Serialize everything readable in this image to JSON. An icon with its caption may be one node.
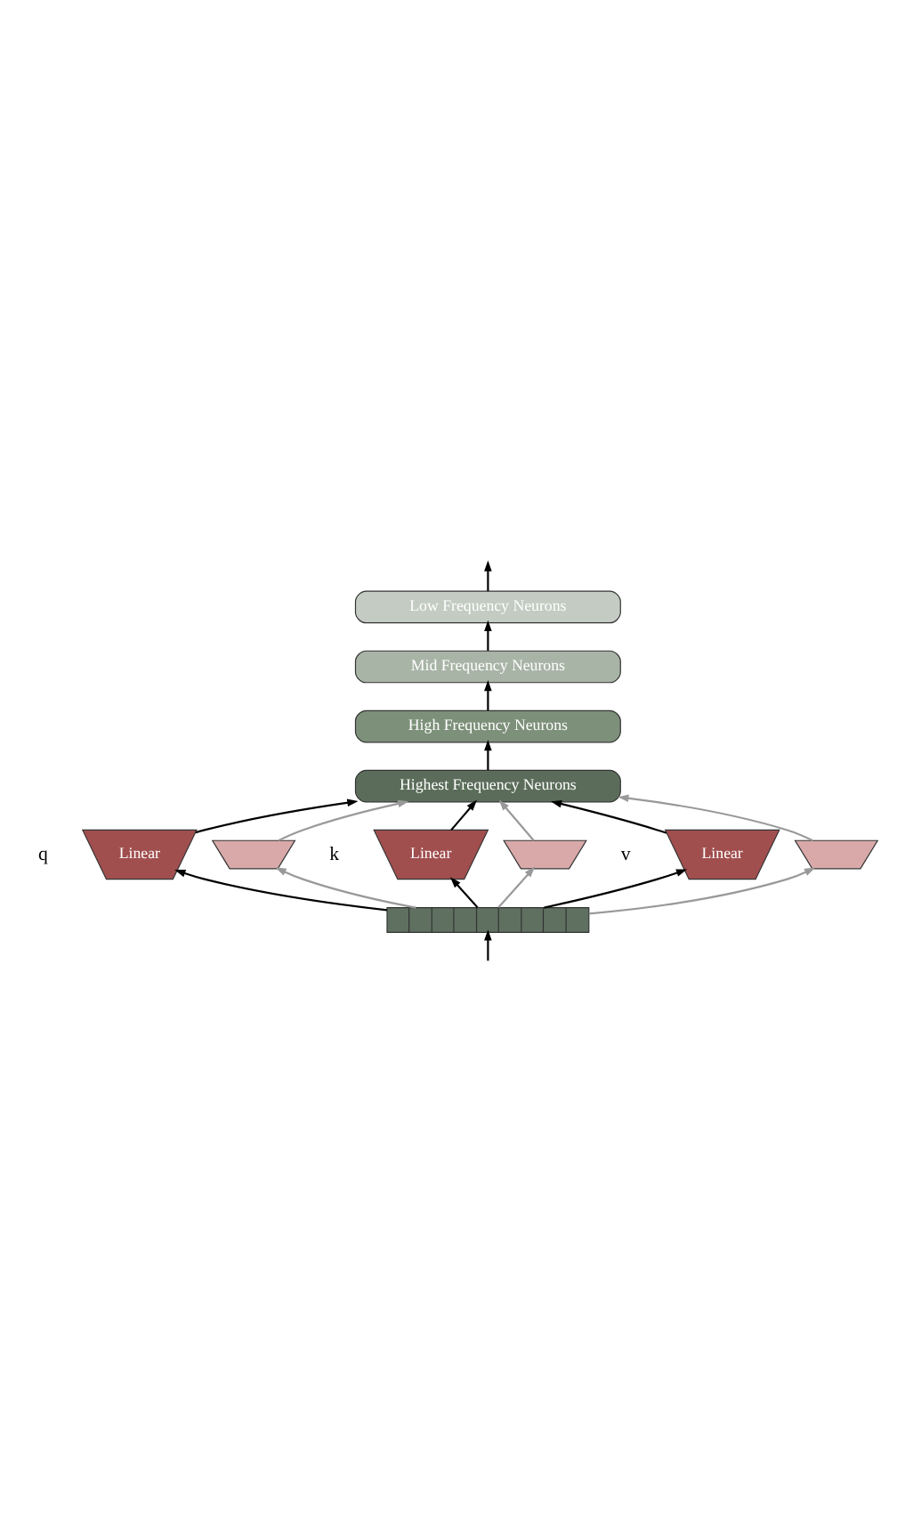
{
  "diagram": {
    "nodes": [
      {
        "text": [
          "Low Frequency Neurons"
        ]
      },
      {
        "text": [
          "Mid Frequency Neurons"
        ]
      },
      {
        "text": [
          "High Frequency Neurons"
        ]
      },
      {
        "text": [
          "Highest Frequency Neurons"
        ]
      },
      {
        "text": [
          "Linear"
        ]
      },
      {
        "text": [
          "Linear"
        ]
      },
      {
        "text": [
          "Linear"
        ]
      },
      {
        "text": [],
        "shape": "trapezoid"
      },
      {
        "text": [],
        "shape": "trapezoid"
      },
      {
        "text": [],
        "shape": "trapezoid"
      },
      {
        "text": [],
        "shape": "bar"
      }
    ],
    "edges": [
      {
        "from": null,
        "to": 10,
        "arrow": "to"
      },
      {
        "from": 10,
        "to": 4,
        "arrow": "to"
      },
      {
        "from": 10,
        "to": 7,
        "arrow": "to",
        "color": "#999999"
      },
      {
        "from": 10,
        "to": 5,
        "arrow": "to"
      },
      {
        "from": 10,
        "to": 8,
        "arrow": "to",
        "color": "#999999"
      },
      {
        "from": 10,
        "to": 6,
        "arrow": "to"
      },
      {
        "from": 10,
        "to": 9,
        "arrow": "to",
        "color": "#999999"
      },
      {
        "from": 4,
        "to": 3,
        "arrow": "to"
      },
      {
        "from": 7,
        "to": 3,
        "arrow": "to",
        "color": "#999999"
      },
      {
        "from": 5,
        "to": 3,
        "arrow": "to"
      },
      {
        "from": 8,
        "to": 3,
        "arrow": "to",
        "color": "#999999"
      },
      {
        "from": 6,
        "to": 3,
        "arrow": "to"
      },
      {
        "from": 9,
        "to": 3,
        "arrow": "to",
        "color": "#999999"
      },
      {
        "from": 3,
        "to": 2,
        "arrow": "to"
      },
      {
        "from": 2,
        "to": 1,
        "arrow": "to"
      },
      {
        "from": 1,
        "to": 0,
        "arrow": "to"
      },
      {
        "from": 0,
        "to": null,
        "arrow": "to"
      }
    ],
    "labels": [
      "q",
      "k",
      "v"
    ]
  }
}
